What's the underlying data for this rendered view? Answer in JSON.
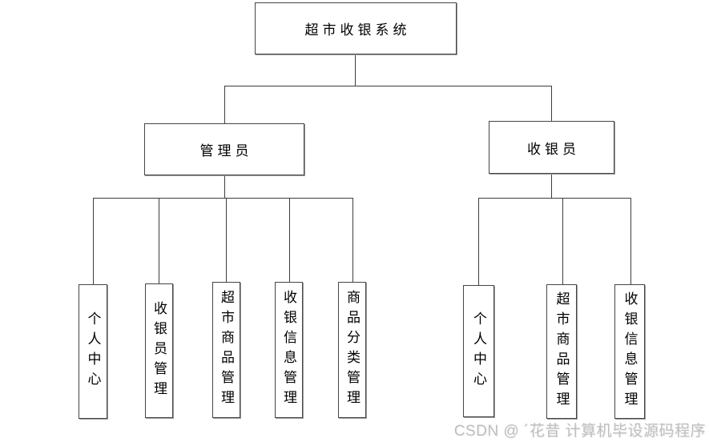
{
  "diagram": {
    "root": {
      "label": "超市收银系统"
    },
    "branches": [
      {
        "label": "管理员",
        "children": [
          {
            "label": "个人中心"
          },
          {
            "label": "收银员管理"
          },
          {
            "label": "超市商品管理"
          },
          {
            "label": "收银信息管理"
          },
          {
            "label": "商品分类管理"
          }
        ]
      },
      {
        "label": "收银员",
        "children": [
          {
            "label": "个人中心"
          },
          {
            "label": "超市商品管理"
          },
          {
            "label": "收银信息管理"
          }
        ]
      }
    ]
  },
  "watermark": {
    "text": "CSDN @ ´花昔 计算机毕设源码程序"
  },
  "colors": {
    "background": "#ffffff",
    "box_border": "#454545",
    "box_shadow": "#9a9a9a",
    "connector": "#3d3d3d",
    "text": "#000000",
    "watermark_text": "#bfbfbf"
  }
}
